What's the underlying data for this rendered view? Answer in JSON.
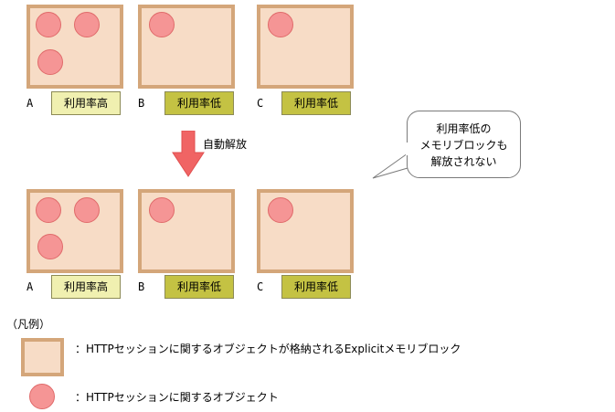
{
  "row1": {
    "blocks": [
      {
        "letter": "A",
        "utilization": "利用率高"
      },
      {
        "letter": "B",
        "utilization": "利用率低"
      },
      {
        "letter": "C",
        "utilization": "利用率低"
      }
    ]
  },
  "process_label": "自動解放",
  "row2": {
    "blocks": [
      {
        "letter": "A",
        "utilization": "利用率高"
      },
      {
        "letter": "B",
        "utilization": "利用率低"
      },
      {
        "letter": "C",
        "utilization": "利用率低"
      }
    ]
  },
  "callout": {
    "text": "利用率低の\nメモリブロックも\n解放されない"
  },
  "legend": {
    "title": "（凡例）",
    "block_desc": "：HTTPセッションに関するオブジェクトが格納されるExplicitメモリブロック",
    "object_desc": "：HTTPセッションに関するオブジェクト"
  },
  "colors": {
    "block_fill": "#f7dcc6",
    "block_border": "#d4a67a",
    "object_fill": "#f59595",
    "tag_high": "#f0f0b0",
    "tag_low": "#c4c243",
    "arrow": "#f06464"
  }
}
